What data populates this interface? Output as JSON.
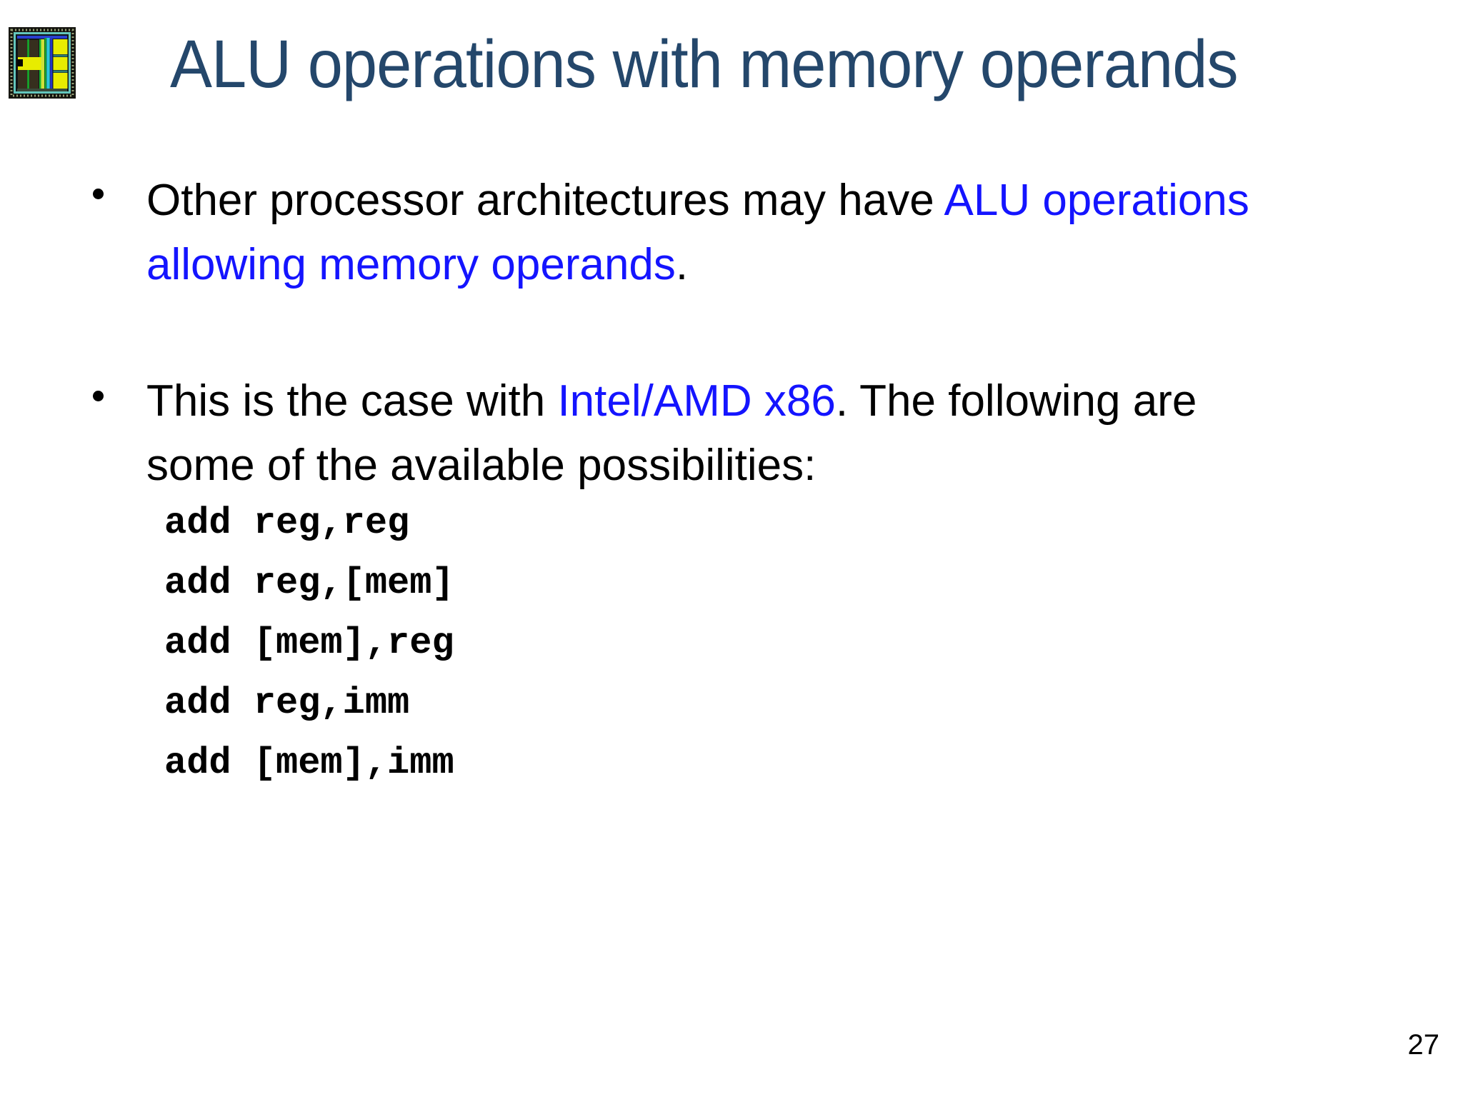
{
  "slide": {
    "title": "ALU operations with memory operands",
    "page_number": "27",
    "colors": {
      "title_text": "#24476B",
      "accent_blue": "#1414FF",
      "body_text": "#000000",
      "background": "#FFFFFF"
    },
    "icon": {
      "name": "chip-die-icon"
    },
    "bullets": [
      {
        "lines": [
          {
            "segments": [
              {
                "text": "Other processor architectures may have ",
                "color": "body_text"
              },
              {
                "text": "ALU operations",
                "color": "accent_blue"
              }
            ]
          },
          {
            "segments": [
              {
                "text": "allowing memory operands",
                "color": "accent_blue"
              },
              {
                "text": ".",
                "color": "body_text"
              }
            ]
          }
        ]
      },
      {
        "lines": [
          {
            "segments": [
              {
                "text": "This is the case with ",
                "color": "body_text"
              },
              {
                "text": "Intel/AMD x86",
                "color": "accent_blue"
              },
              {
                "text": ". The following are",
                "color": "body_text"
              }
            ]
          },
          {
            "segments": [
              {
                "text": "some of the available possibilities:",
                "color": "body_text"
              }
            ]
          }
        ]
      }
    ],
    "code_lines": [
      "add reg,reg",
      "add reg,[mem]",
      "add [mem],reg",
      "add reg,imm",
      "add [mem],imm"
    ]
  }
}
